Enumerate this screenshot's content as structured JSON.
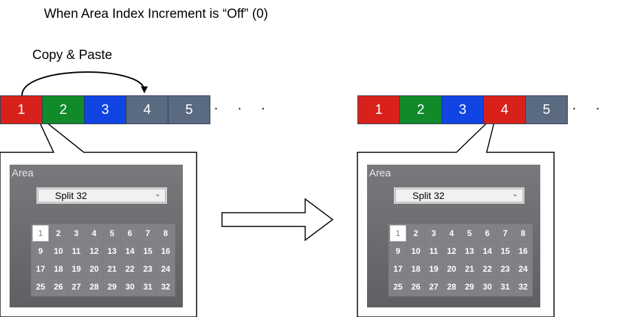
{
  "title": "When Area Index Increment is “Off” (0)",
  "copy_label": "Copy & Paste",
  "ellipsis": "· · ·",
  "colors": {
    "red": "#d9211b",
    "green": "#118a2a",
    "blue": "#1044e3",
    "slate": "#5a6a80"
  },
  "left_strip": [
    {
      "label": "1",
      "color": "red"
    },
    {
      "label": "2",
      "color": "green"
    },
    {
      "label": "3",
      "color": "blue"
    },
    {
      "label": "4",
      "color": "slate"
    },
    {
      "label": "5",
      "color": "slate"
    }
  ],
  "right_strip": [
    {
      "label": "1",
      "color": "red"
    },
    {
      "label": "2",
      "color": "green"
    },
    {
      "label": "3",
      "color": "blue"
    },
    {
      "label": "4",
      "color": "red"
    },
    {
      "label": "5",
      "color": "slate"
    }
  ],
  "panel": {
    "title": "Area",
    "split_value": "Split 32",
    "selected_cell": "1",
    "cells": [
      "1",
      "2",
      "3",
      "4",
      "5",
      "6",
      "7",
      "8",
      "9",
      "10",
      "11",
      "12",
      "13",
      "14",
      "15",
      "16",
      "17",
      "18",
      "19",
      "20",
      "21",
      "22",
      "23",
      "24",
      "25",
      "26",
      "27",
      "28",
      "29",
      "30",
      "31",
      "32"
    ]
  }
}
